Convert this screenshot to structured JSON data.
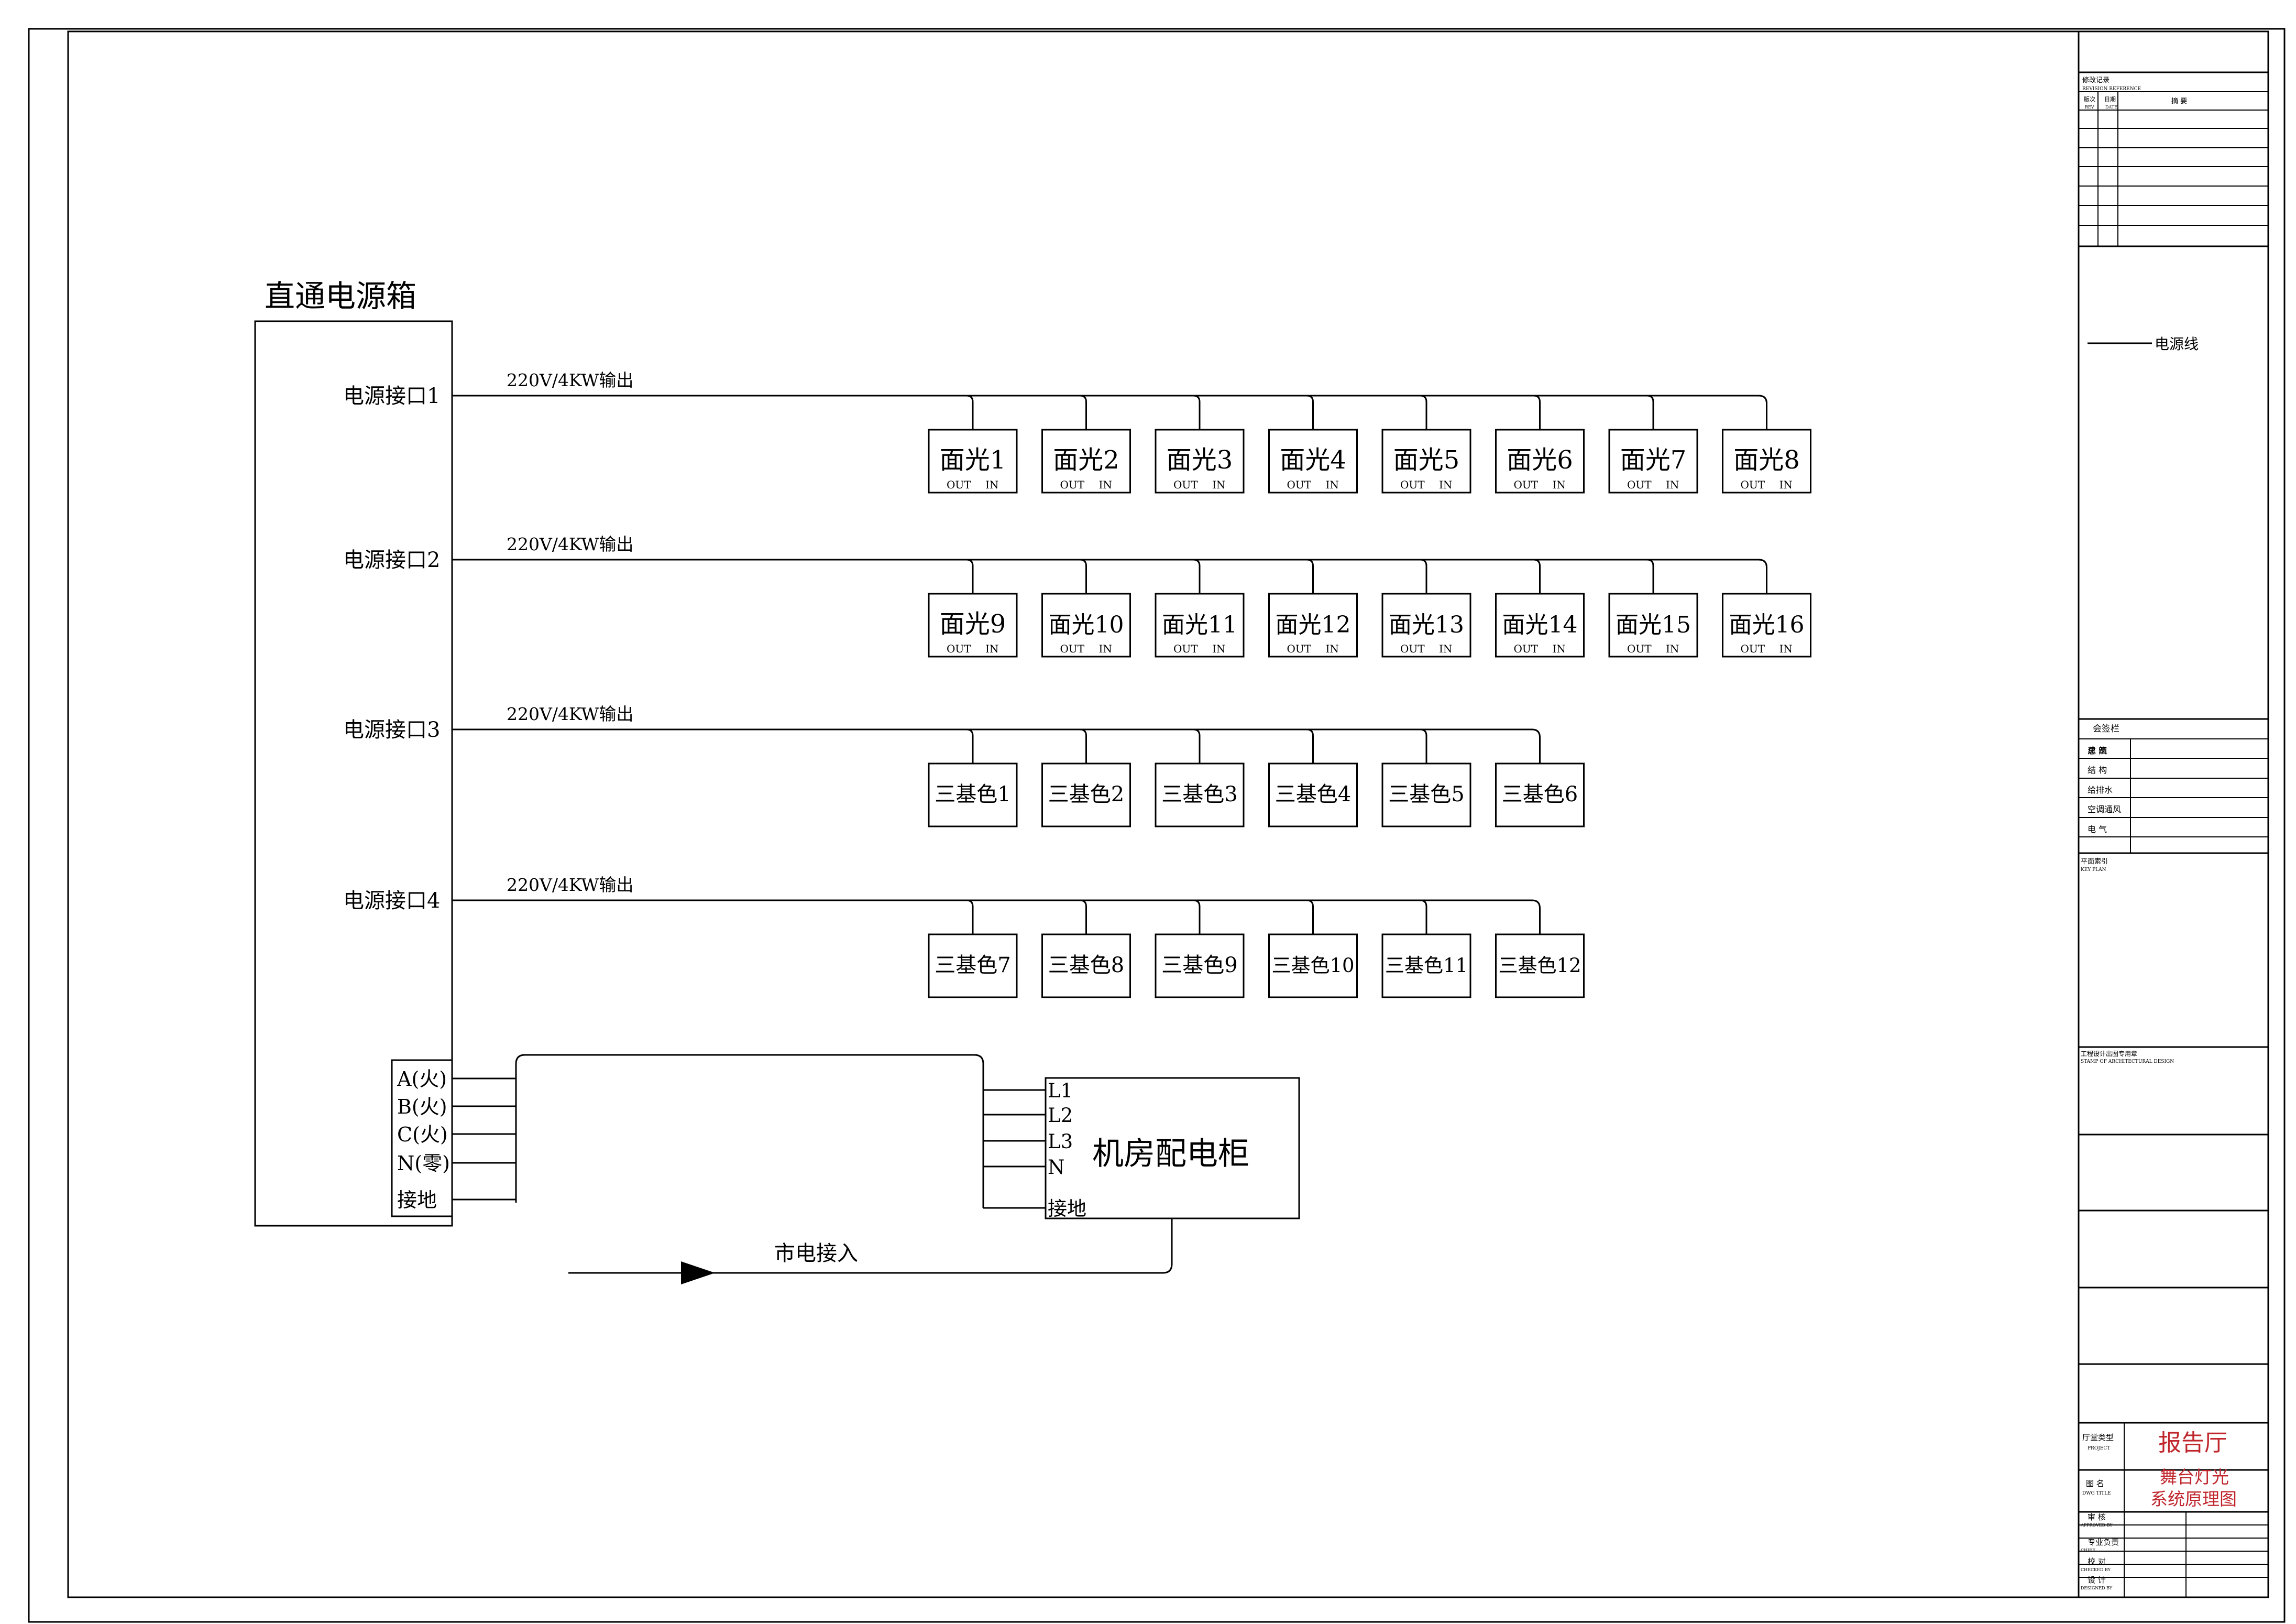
{
  "power_box": {
    "title": "直通电源箱",
    "ports": [
      "电源接口1",
      "电源接口2",
      "电源接口3",
      "电源接口4"
    ],
    "output_label": "220V/4KW输出",
    "terminals": [
      "A(火)",
      "B(火)",
      "C(火)",
      "N(零)",
      "接地"
    ]
  },
  "rows": [
    {
      "port": "电源接口1",
      "fixtures": [
        "面光1",
        "面光2",
        "面光3",
        "面光4",
        "面光5",
        "面光6",
        "面光7",
        "面光8"
      ],
      "has_io": true
    },
    {
      "port": "电源接口2",
      "fixtures": [
        "面光9",
        "面光10",
        "面光11",
        "面光12",
        "面光13",
        "面光14",
        "面光15",
        "面光16"
      ],
      "has_io": true
    },
    {
      "port": "电源接口3",
      "fixtures": [
        "三基色1",
        "三基色2",
        "三基色3",
        "三基色4",
        "三基色5",
        "三基色6"
      ],
      "has_io": false
    },
    {
      "port": "电源接口4",
      "fixtures": [
        "三基色7",
        "三基色8",
        "三基色9",
        "三基色10",
        "三基色11",
        "三基色12"
      ],
      "has_io": false
    }
  ],
  "io_label": {
    "out": "OUT",
    "in": "IN"
  },
  "cabinet": {
    "title": "机房配电柜",
    "terminals": [
      "L1",
      "L2",
      "L3",
      "N",
      "接地"
    ]
  },
  "mains_label": "市电接入",
  "title_block": {
    "revision_title": "修改记录",
    "revision_title_en": "REVISION REFERENCE",
    "revision_cols": [
      "版次",
      "日期",
      "摘 要"
    ],
    "revision_cols_en": [
      "REV",
      "DATE"
    ],
    "legend_label": "电源线",
    "sign_title": "会签栏",
    "sign_rows": [
      "总 图",
      "建 筑",
      "结 构",
      "给排水",
      "空调通风",
      "电 气"
    ],
    "key_plan": "平面索引",
    "key_plan_en": "KEY PLAN",
    "stamp": "工程设计出图专用章",
    "stamp_en": "STAMP OF ARCHITECTURAL DESIGN",
    "project_label": "厅堂类型",
    "project_label_en": "PROJECT",
    "project_value": "报告厅",
    "drawing_label": "图 名",
    "drawing_label_en": "DWG TITLE",
    "drawing_value_line1": "舞台灯光",
    "drawing_value_line2": "系统原理图",
    "approvals": [
      {
        "cn": "审 核",
        "en": "APPROVED BY"
      },
      {
        "cn": "专业负责",
        "en": "CHIEF"
      },
      {
        "cn": "校 对",
        "en": "CHECKED BY"
      },
      {
        "cn": "设 计",
        "en": "DESIGNED BY"
      }
    ]
  }
}
